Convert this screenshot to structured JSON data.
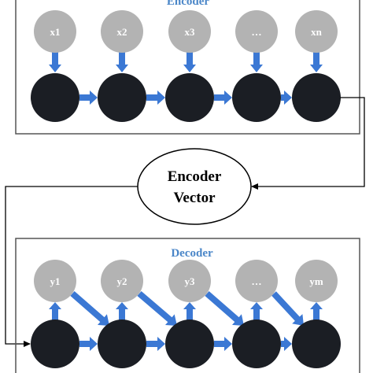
{
  "encoder": {
    "title": "Encoder",
    "inputs": [
      "x1",
      "x2",
      "x3",
      "…",
      "xn"
    ]
  },
  "encoder_vector": {
    "line1": "Encoder",
    "line2": "Vector"
  },
  "decoder": {
    "title": "Decoder",
    "outputs": [
      "y1",
      "y2",
      "y3",
      "…",
      "ym"
    ]
  },
  "colors": {
    "title_accent": "#4a86c8",
    "arrow_fill": "#3b78d4",
    "input_node": "#b3b3b3",
    "hidden_node": "#1b1e24",
    "panel_border": "#555555",
    "connector": "#000000"
  }
}
